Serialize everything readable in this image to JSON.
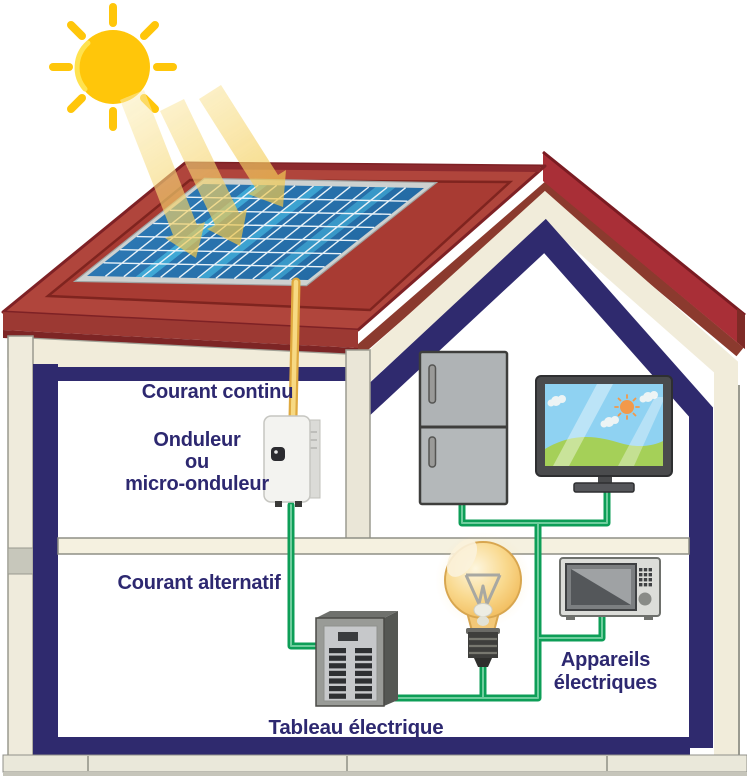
{
  "diagram": {
    "title_implicit": "Schéma d'une installation solaire photovoltaïque domestique",
    "labels": {
      "dc_current": "Courant continu",
      "inverter_line1": "Onduleur",
      "inverter_line2": "ou",
      "inverter_line3": "micro-onduleur",
      "ac_current": "Courant alternatif",
      "breaker_panel": "Tableau électrique",
      "appliances_line1": "Appareils",
      "appliances_line2": "électriques"
    },
    "colors": {
      "label_text": "#2D2870",
      "roof_red": "#B0453C",
      "gable_red": "#A92F37",
      "roof_edge_dark": "#8B3A2E",
      "wall_cream": "#F1ECDA",
      "frame_navy": "#2F2A6E",
      "panel_blue": "#2B77B2",
      "panel_streak_cyan": "#4FCBEF",
      "sun_yellow": "#FFC60A",
      "dc_wire_yellow": "#F7D983",
      "ac_wire_green": "#0D9E57",
      "bulb_amber": "#F3C878"
    },
    "icons": {
      "sun-icon": "yellow circle with 8 rays",
      "sunbeam-arrow-icon": "translucent yellow arrow toward panel",
      "solar-panel-icon": "blue grid parallelogram on roof",
      "inverter-icon": "white wall box",
      "refrigerator-icon": "two-door grey fridge",
      "tv-icon": "screen with sunny landscape",
      "light-bulb-icon": "amber incandescent bulb",
      "microwave-icon": "grey microwave oven",
      "breaker-panel-icon": "grey electrical cabinet with breakers",
      "dc-wire": "yellow cable from panel to inverter",
      "ac-wire": "green cables to appliances"
    }
  }
}
